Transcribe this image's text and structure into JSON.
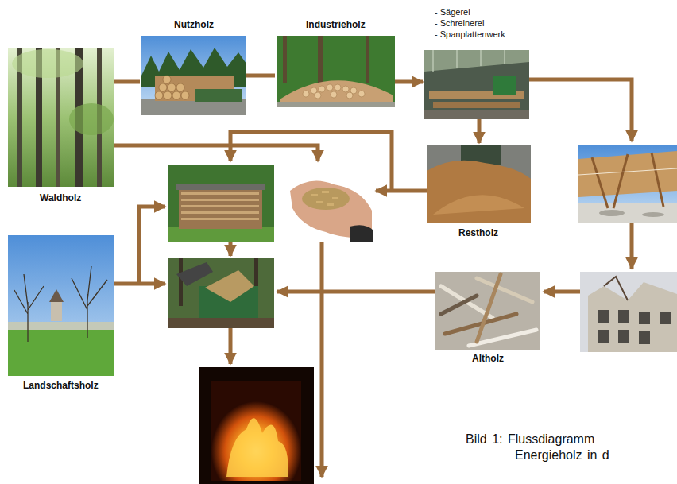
{
  "diagram": {
    "caption": "Bild 1: Flussdiagramm Energieholz in d",
    "nodes": [
      {
        "text": [
          "Nutzholz"
        ]
      },
      {
        "text": [
          "Industrieholz"
        ]
      },
      {
        "text": [
          "- Sägerei",
          "- Schreinerei",
          "- Spanplattenwerk"
        ]
      },
      {
        "text": [
          "Waldholz"
        ]
      },
      {
        "text": [
          "Restholz"
        ]
      },
      {
        "text": [
          "Landschaftsholz"
        ]
      },
      {
        "text": [
          "Altholz"
        ]
      }
    ],
    "edges": [
      {
        "from": 3,
        "to": 0,
        "arrow": "none"
      },
      {
        "from": 0,
        "to": 1,
        "arrow": "none"
      },
      {
        "from": 1,
        "to": 2,
        "arrow": "to"
      },
      {
        "from": 2,
        "to": 4,
        "arrow": "to"
      }
    ]
  }
}
